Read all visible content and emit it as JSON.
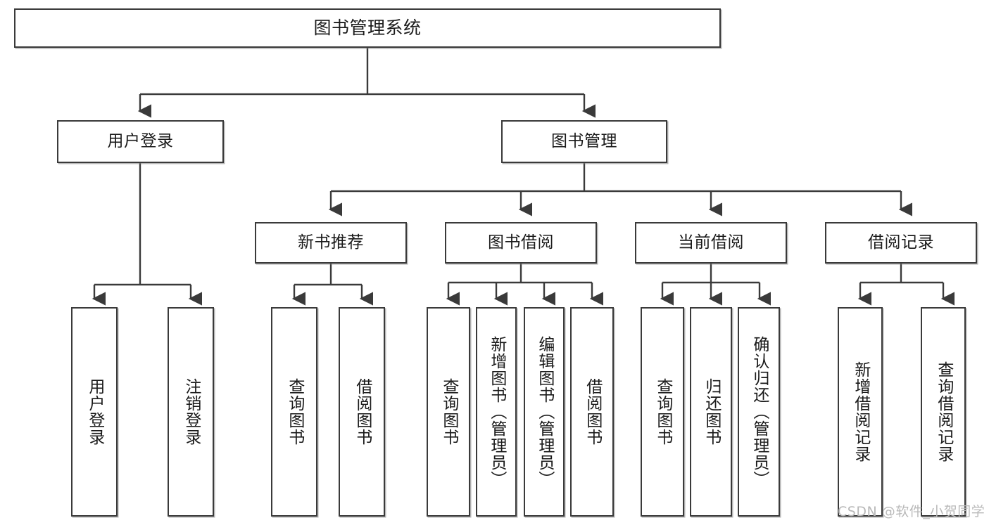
{
  "diagram": {
    "type": "tree",
    "title": "图书管理系统",
    "root": {
      "label": "图书管理系统"
    },
    "level1": [
      {
        "label": "用户登录"
      },
      {
        "label": "图书管理"
      }
    ],
    "level2": [
      {
        "label": "新书推荐"
      },
      {
        "label": "图书借阅"
      },
      {
        "label": "当前借阅"
      },
      {
        "label": "借阅记录"
      }
    ],
    "leaves": {
      "user_login": [
        {
          "label": "用户登录"
        },
        {
          "label": "注销登录"
        }
      ],
      "new_book_recommend": [
        {
          "label": "查询图书"
        },
        {
          "label": "借阅图书"
        }
      ],
      "book_borrow": [
        {
          "label": "查询图书"
        },
        {
          "label": "新增图书（管理员）"
        },
        {
          "label": "编辑图书（管理员）"
        },
        {
          "label": "借阅图书"
        }
      ],
      "current_borrow": [
        {
          "label": "查询图书"
        },
        {
          "label": "归还图书"
        },
        {
          "label": "确认归还（管理员）"
        }
      ],
      "borrow_record": [
        {
          "label": "新增借阅记录"
        },
        {
          "label": "查询借阅记录"
        }
      ]
    }
  },
  "watermark": {
    "text": "CSDN @软件_小贺同学"
  },
  "colors": {
    "border": "#3a3a3a",
    "background": "#ffffff",
    "text": "#1a1a1a",
    "watermark": "#b9b9b9"
  }
}
